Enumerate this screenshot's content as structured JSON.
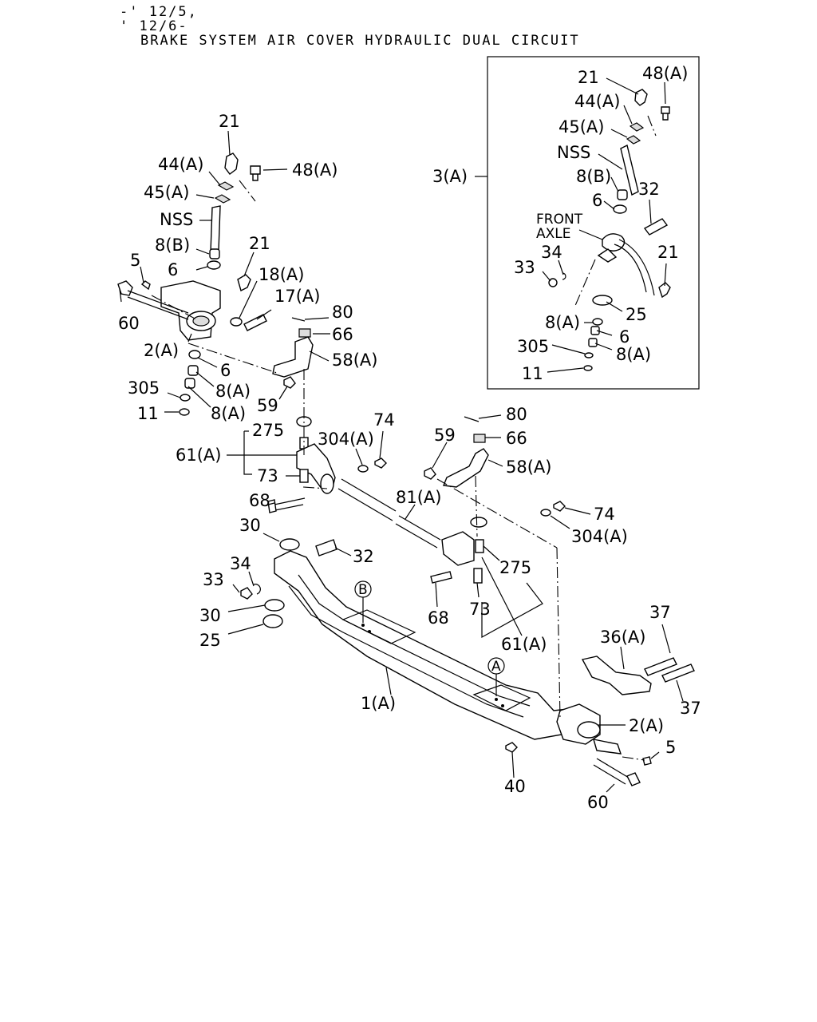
{
  "header": {
    "line1": "-' 12/5,",
    "line2": "' 12/6-",
    "title": "BRAKE SYSTEM AIR COVER HYDRAULIC DUAL CIRCUIT"
  },
  "inset": {
    "group_label": "3(A)",
    "front_axle_line1": "FRONT",
    "front_axle_line2": "AXLE",
    "labels": {
      "i21a": "21",
      "i48": "48(A)",
      "i44": "44(A)",
      "i45": "45(A)",
      "insss": "NSS",
      "i8b": "8(B)",
      "i6a": "6",
      "i32": "32",
      "i34": "34",
      "i33": "33",
      "i21b": "21",
      "i25": "25",
      "i8a1": "8(A)",
      "i6b": "6",
      "i305": "305",
      "i8a2": "8(A)",
      "i11": "11"
    }
  },
  "labels": {
    "l21a": "21",
    "l44": "44(A)",
    "l48": "48(A)",
    "l45": "45(A)",
    "lnss": "NSS",
    "l8b": "8(B)",
    "l21b": "21",
    "l5a": "5",
    "l6a": "6",
    "l18": "18(A)",
    "l17": "17(A)",
    "l60a": "60",
    "l80a": "80",
    "l66a": "66",
    "l2a": "2(A)",
    "l58a": "58(A)",
    "l6b": "6",
    "l8a1": "8(A)",
    "l305": "305",
    "l59a": "59",
    "l11": "11",
    "l8a2": "8(A)",
    "l275a": "275",
    "l304a": "304(A)",
    "l74a": "74",
    "l61a": "61(A)",
    "l73a": "73",
    "l68a": "68",
    "l81": "81(A)",
    "l80b": "80",
    "l59b": "59",
    "l66b": "66",
    "l58b": "58(A)",
    "l30a": "30",
    "l32": "32",
    "l74b": "74",
    "l304b": "304(A)",
    "l34": "34",
    "l33": "33",
    "l275b": "275",
    "l30b": "30",
    "l25": "25",
    "l68b": "68",
    "l73b": "73",
    "l61b": "61(A)",
    "lB": "B",
    "lA": "A",
    "l37a": "37",
    "l36": "36(A)",
    "l1": "1(A)",
    "l37b": "37",
    "l2b": "2(A)",
    "l5b": "5",
    "l40": "40",
    "l60b": "60"
  }
}
